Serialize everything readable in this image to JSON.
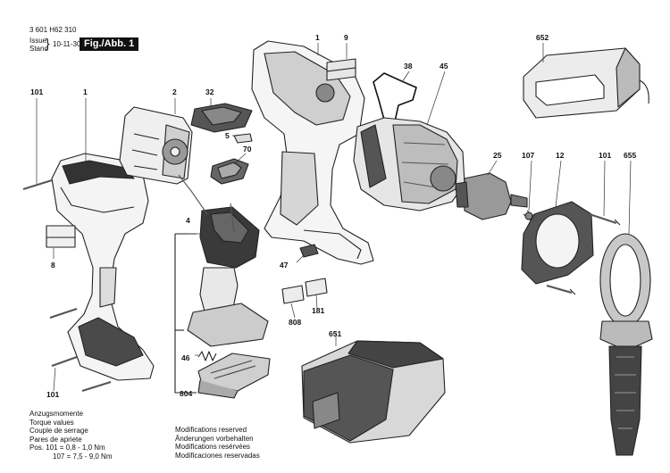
{
  "header": {
    "doc_number": "3 601 H62 310",
    "issue_label": "Issue",
    "stand_label": "Stand",
    "date": "10-11-30",
    "figure": "Fig./Abb. 1"
  },
  "torque_notes": {
    "lines": [
      "Anzugsmomente",
      "Torque values",
      "Couple de serrage",
      "Pares de apriete"
    ],
    "pos_line_1": "Pos.  101 = 0,8 - 1,0 Nm",
    "pos_line_2": "107 = 7,5 - 9,0 Nm"
  },
  "modification_notes": {
    "lines": [
      "Modifications reserved",
      "Änderungen vorbehalten",
      "Modifications resérvées",
      "Modificaciones reservadas"
    ]
  },
  "part_labels": {
    "p101_a": "101",
    "p1_a": "1",
    "p2": "2",
    "p32": "32",
    "p1_b": "1",
    "p9": "9",
    "p38": "38",
    "p45": "45",
    "p652": "652",
    "p5": "5",
    "p70": "70",
    "p4": "4",
    "p8": "8",
    "p25": "25",
    "p107": "107",
    "p12": "12",
    "p101_b": "101",
    "p655": "655",
    "p47": "47",
    "p808": "808",
    "p181": "181",
    "p651": "651",
    "p46": "46",
    "p804": "804",
    "p101_c": "101"
  }
}
